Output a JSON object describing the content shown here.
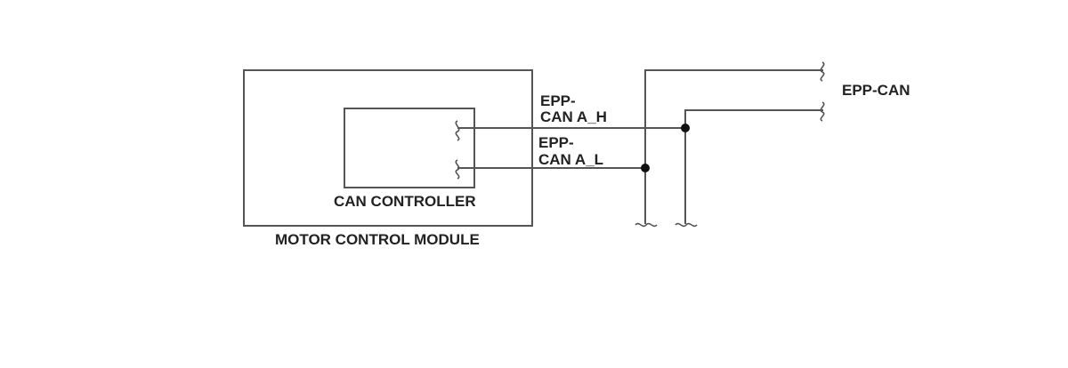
{
  "labels": {
    "module": "MOTOR CONTROL MODULE",
    "controller": "CAN CONTROLLER",
    "bus": "EPP-CAN",
    "high_line1": "EPP-",
    "high_line2": "CAN A_H",
    "low_line1": "EPP-",
    "low_line2": "CAN A_L"
  },
  "colors": {
    "line": "#555555",
    "text": "#222222",
    "junction": "#111111"
  }
}
